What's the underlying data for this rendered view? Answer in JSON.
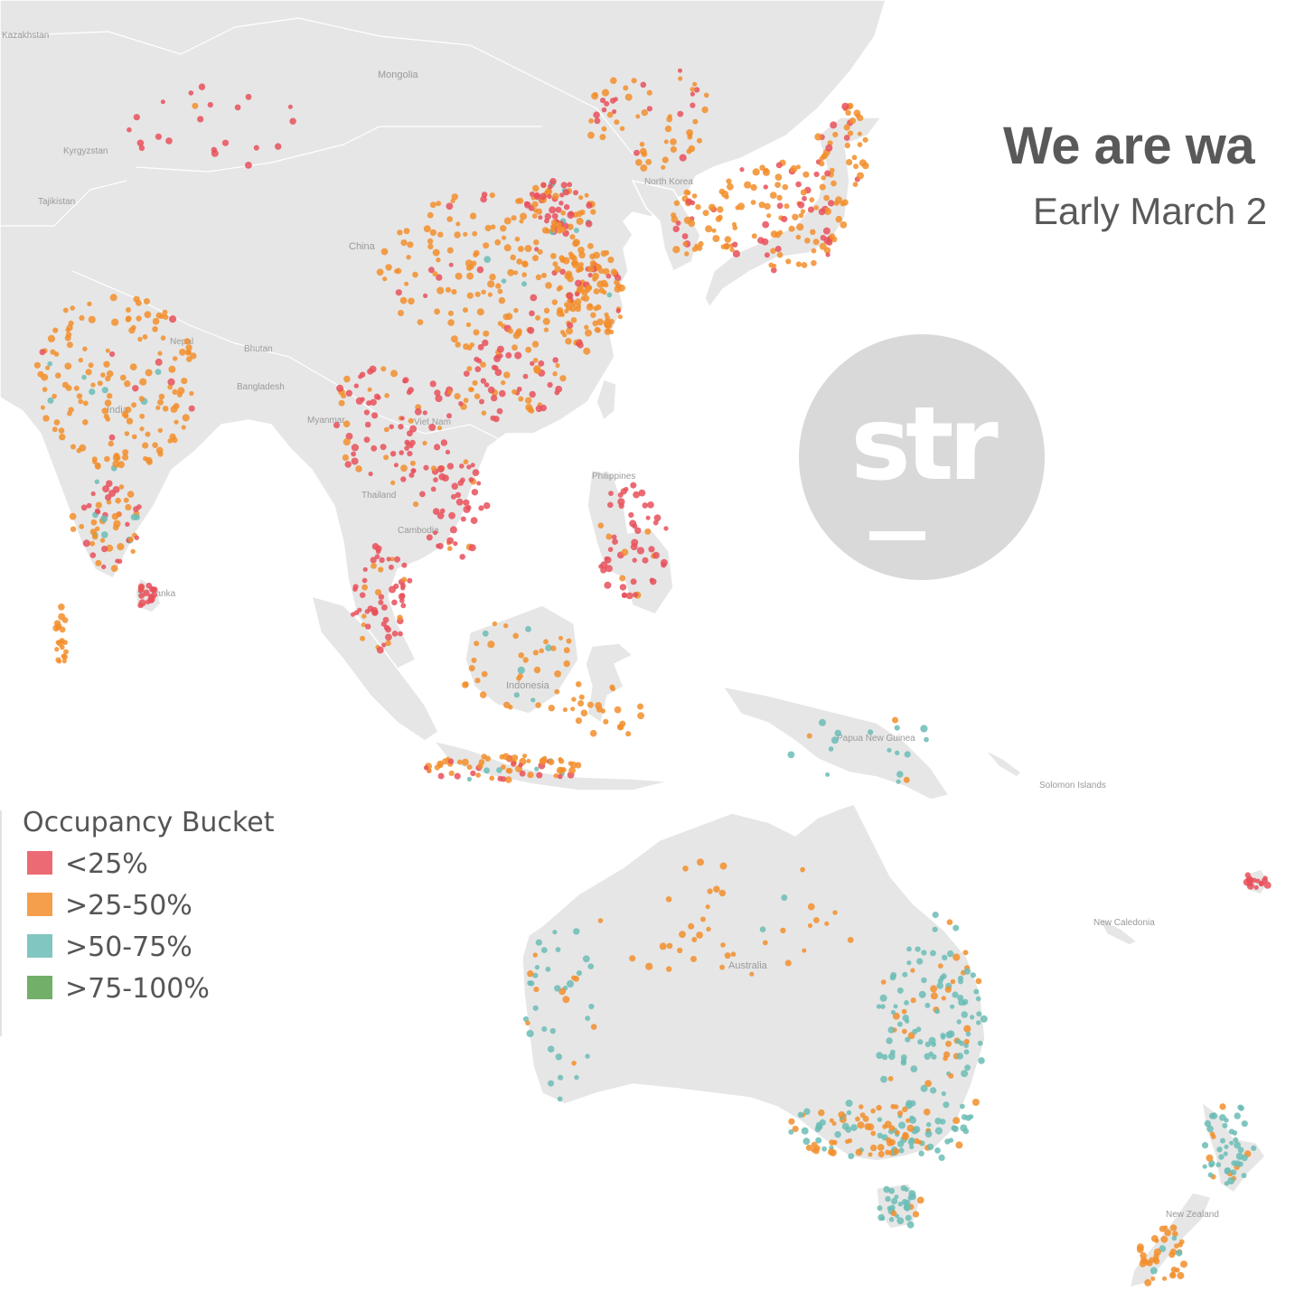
{
  "header": {
    "title": "We are wa",
    "subtitle": "Early March 2"
  },
  "logo": {
    "text": "str"
  },
  "legend": {
    "title": "Occupancy Bucket",
    "items": [
      {
        "label": "<25%",
        "color": "#e8505b"
      },
      {
        "label": ">25-50%",
        "color": "#f28e2b"
      },
      {
        "label": ">50-75%",
        "color": "#6bbcb5"
      },
      {
        "label": ">75-100%",
        "color": "#59a14f"
      }
    ]
  },
  "map_labels": {
    "kazakhstan": "Kazakhstan",
    "mongolia": "Mongolia",
    "kyrgyzstan": "Kyrgyzstan",
    "tajikistan": "Tajikistan",
    "china": "China",
    "north_korea": "North Korea",
    "nepal": "Nepal",
    "bhutan": "Bhutan",
    "bangladesh": "Bangladesh",
    "india": "India",
    "myanmar": "Myanmar",
    "viet_nam": "Viet Nam",
    "thailand": "Thailand",
    "cambodia": "Cambodia",
    "philippines": "Philippines",
    "sri_lanka": "Sri Lanka",
    "indonesia": "Indonesia",
    "papua_new_guinea": "Papua New Guinea",
    "solomon_islands": "Solomon Islands",
    "new_caledonia": "New Caledonia",
    "australia": "Australia",
    "new_zealand": "New Zealand"
  }
}
